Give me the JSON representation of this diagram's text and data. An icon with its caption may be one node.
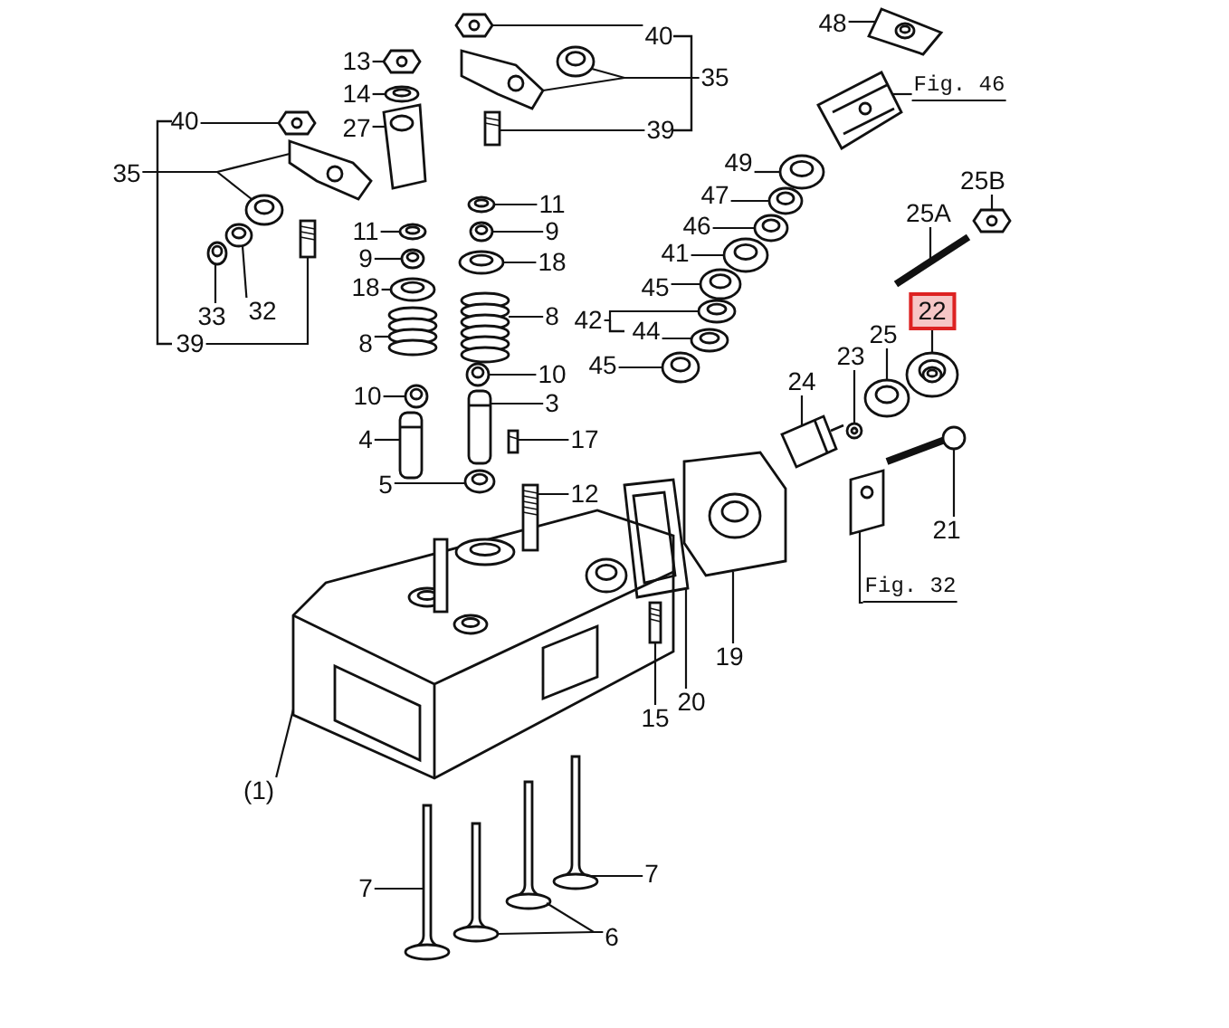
{
  "diagram": {
    "nodes": [
      {
        "text": [
          "48"
        ]
      },
      {
        "text": [
          "40"
        ]
      },
      {
        "text": [
          "13"
        ]
      },
      {
        "text": [
          "14"
        ]
      },
      {
        "text": [
          "35"
        ]
      },
      {
        "text": [
          "Fig. 46"
        ]
      },
      {
        "text": [
          "27"
        ]
      },
      {
        "text": [
          "39"
        ]
      },
      {
        "text": [
          "40"
        ]
      },
      {
        "text": [
          "35"
        ]
      },
      {
        "text": [
          "49"
        ]
      },
      {
        "text": [
          "47"
        ]
      },
      {
        "text": [
          "25B"
        ]
      },
      {
        "text": [
          "11"
        ]
      },
      {
        "text": [
          "46"
        ]
      },
      {
        "text": [
          "25A"
        ]
      },
      {
        "text": [
          "11"
        ]
      },
      {
        "text": [
          "9"
        ]
      },
      {
        "text": [
          "9"
        ]
      },
      {
        "text": [
          "41"
        ]
      },
      {
        "text": [
          "18"
        ]
      },
      {
        "text": [
          "18"
        ]
      },
      {
        "text": [
          "45"
        ]
      },
      {
        "text": [
          "33"
        ]
      },
      {
        "text": [
          "32"
        ]
      },
      {
        "text": [
          "8"
        ]
      },
      {
        "text": [
          "42"
        ]
      },
      {
        "text": [
          "44"
        ]
      },
      {
        "text": [
          "22"
        ]
      },
      {
        "text": [
          "25"
        ]
      },
      {
        "text": [
          "39"
        ]
      },
      {
        "text": [
          "8"
        ]
      },
      {
        "text": [
          "23"
        ]
      },
      {
        "text": [
          "24"
        ]
      },
      {
        "text": [
          "45"
        ]
      },
      {
        "text": [
          "10"
        ]
      },
      {
        "text": [
          "10"
        ]
      },
      {
        "text": [
          "3"
        ]
      },
      {
        "text": [
          "4"
        ]
      },
      {
        "text": [
          "17"
        ]
      },
      {
        "text": [
          "21"
        ]
      },
      {
        "text": [
          "5"
        ]
      },
      {
        "text": [
          "12"
        ]
      },
      {
        "text": [
          "Fig. 32"
        ]
      },
      {
        "text": [
          "19"
        ]
      },
      {
        "text": [
          "20"
        ]
      },
      {
        "text": [
          "15"
        ]
      },
      {
        "text": [
          "(1)"
        ]
      },
      {
        "text": [
          "7"
        ]
      },
      {
        "text": [
          "7"
        ]
      },
      {
        "text": [
          "6"
        ]
      },
      {
        "text": [],
        "shape": "picture"
      },
      {
        "text": [],
        "shape": "picture"
      },
      {
        "text": [],
        "shape": "picture"
      },
      {
        "text": [],
        "shape": "picture"
      },
      {
        "text": [],
        "shape": "picture"
      },
      {
        "text": [],
        "shape": "picture"
      },
      {
        "text": [],
        "shape": "picture"
      },
      {
        "text": [],
        "shape": "picture"
      },
      {
        "text": [],
        "shape": "picture"
      },
      {
        "text": [],
        "shape": "picture"
      },
      {
        "text": [],
        "shape": "picture"
      },
      {
        "text": [],
        "shape": "picture"
      },
      {
        "text": [],
        "shape": "picture"
      },
      {
        "text": [],
        "shape": "picture"
      },
      {
        "text": [],
        "shape": "picture"
      },
      {
        "text": [],
        "shape": "picture"
      },
      {
        "text": [],
        "shape": "picture"
      },
      {
        "text": [],
        "shape": "picture"
      },
      {
        "text": [],
        "shape": "picture"
      },
      {
        "text": [],
        "shape": "picture"
      },
      {
        "text": [],
        "shape": "picture"
      },
      {
        "text": [],
        "shape": "picture"
      },
      {
        "text": [],
        "shape": "picture"
      },
      {
        "text": [],
        "shape": "picture"
      },
      {
        "text": [],
        "shape": "picture"
      },
      {
        "text": [],
        "shape": "picture"
      },
      {
        "text": [],
        "shape": "picture"
      },
      {
        "text": [],
        "shape": "picture"
      },
      {
        "text": [],
        "shape": "picture"
      },
      {
        "text": [],
        "shape": "picture"
      },
      {
        "text": [],
        "shape": "picture"
      },
      {
        "text": [],
        "shape": "picture"
      },
      {
        "text": [],
        "shape": "picture"
      },
      {
        "text": [],
        "shape": "picture"
      },
      {
        "text": [],
        "shape": "picture"
      },
      {
        "text": [],
        "shape": "picture"
      },
      {
        "text": [],
        "shape": "picture"
      },
      {
        "text": [],
        "shape": "picture"
      },
      {
        "text": [],
        "shape": "picture"
      },
      {
        "text": [],
        "shape": "picture"
      },
      {
        "text": [],
        "shape": "picture"
      },
      {
        "text": [],
        "shape": "picture"
      },
      {
        "text": [],
        "shape": "picture"
      },
      {
        "text": [],
        "shape": "picture"
      },
      {
        "text": [],
        "shape": "picture"
      },
      {
        "text": [],
        "shape": "picture"
      },
      {
        "text": [],
        "shape": "picture"
      },
      {
        "text": [],
        "shape": "picture"
      },
      {
        "text": [],
        "shape": "picture",
        "in": 100
      },
      {
        "text": [],
        "shape": "picture"
      },
      {
        "text": [],
        "shape": "picture"
      },
      {
        "text": [],
        "shape": "picture"
      },
      {
        "text": [],
        "shape": "picture"
      },
      {
        "text": [],
        "shape": "picture"
      }
    ],
    "edges": [
      {
        "from": 0,
        "to": 51,
        "arrow": "none"
      },
      {
        "from": 1,
        "to": 52,
        "arrow": "none"
      },
      {
        "from": 2,
        "to": 53,
        "arrow": "none"
      },
      {
        "from": 3,
        "to": 54,
        "arrow": "none"
      },
      {
        "from": 4,
        "to": 55,
        "arrow": "none"
      },
      {
        "from": 4,
        "to": 56,
        "arrow": "none"
      },
      {
        "from": 5,
        "to": 57,
        "arrow": "none"
      },
      {
        "from": 6,
        "to": 58,
        "arrow": "none"
      },
      {
        "from": 7,
        "to": 59,
        "arrow": "none"
      },
      {
        "from": 8,
        "to": 60,
        "arrow": "none"
      },
      {
        "from": 9,
        "to": 61,
        "arrow": "none"
      },
      {
        "from": 9,
        "to": 62,
        "arrow": "none"
      },
      {
        "from": 10,
        "to": 63,
        "arrow": "none"
      },
      {
        "from": 11,
        "to": 64,
        "arrow": "none"
      },
      {
        "from": 12,
        "to": 65,
        "arrow": "none"
      },
      {
        "from": 13,
        "to": 66,
        "arrow": "none"
      },
      {
        "from": 14,
        "to": 67,
        "arrow": "none"
      },
      {
        "from": 15,
        "to": 68,
        "arrow": "none"
      },
      {
        "from": 16,
        "to": 69,
        "arrow": "none"
      },
      {
        "from": 17,
        "to": 70,
        "arrow": "none"
      },
      {
        "from": 18,
        "to": 71,
        "arrow": "none"
      },
      {
        "from": 19,
        "to": 72,
        "arrow": "none"
      },
      {
        "from": 20,
        "to": 73,
        "arrow": "none"
      },
      {
        "from": 21,
        "to": 74,
        "arrow": "none"
      },
      {
        "from": 22,
        "to": 75,
        "arrow": "none"
      },
      {
        "from": 23,
        "to": 76,
        "arrow": "none"
      },
      {
        "from": 24,
        "to": 77,
        "arrow": "none"
      },
      {
        "from": 25,
        "to": 78,
        "arrow": "none"
      },
      {
        "from": 26,
        "to": 79,
        "arrow": "none"
      },
      {
        "from": 27,
        "to": 80,
        "arrow": "none"
      },
      {
        "from": 28,
        "to": 81,
        "arrow": "none"
      },
      {
        "from": 29,
        "to": 82,
        "arrow": "none"
      },
      {
        "from": 30,
        "to": 83,
        "arrow": "none"
      },
      {
        "from": 31,
        "to": 84,
        "arrow": "none"
      },
      {
        "from": 32,
        "to": 85,
        "arrow": "none"
      },
      {
        "from": 33,
        "to": 86,
        "arrow": "none"
      },
      {
        "from": 34,
        "to": 87,
        "arrow": "none"
      },
      {
        "from": 35,
        "to": 88,
        "arrow": "none"
      },
      {
        "from": 36,
        "to": 89,
        "arrow": "none"
      },
      {
        "from": 37,
        "to": 90,
        "arrow": "none"
      },
      {
        "from": 38,
        "to": 91,
        "arrow": "none"
      },
      {
        "from": 39,
        "to": 92,
        "arrow": "none"
      },
      {
        "from": 40,
        "to": 93,
        "arrow": "none"
      },
      {
        "from": 41,
        "to": 94,
        "arrow": "none"
      },
      {
        "from": 42,
        "to": 95,
        "arrow": "none"
      },
      {
        "from": 43,
        "to": 96,
        "arrow": "none"
      },
      {
        "from": 44,
        "to": 97,
        "arrow": "none"
      },
      {
        "from": 45,
        "to": 98,
        "arrow": "none"
      },
      {
        "from": 46,
        "to": 99,
        "arrow": "none"
      },
      {
        "from": 47,
        "to": 100,
        "arrow": "none"
      },
      {
        "from": 48,
        "to": 101,
        "arrow": "none"
      },
      {
        "from": 49,
        "to": 102,
        "arrow": "none"
      },
      {
        "from": 50,
        "to": 103,
        "arrow": "none"
      },
      {
        "from": 50,
        "to": 104,
        "arrow": "none"
      }
    ]
  }
}
